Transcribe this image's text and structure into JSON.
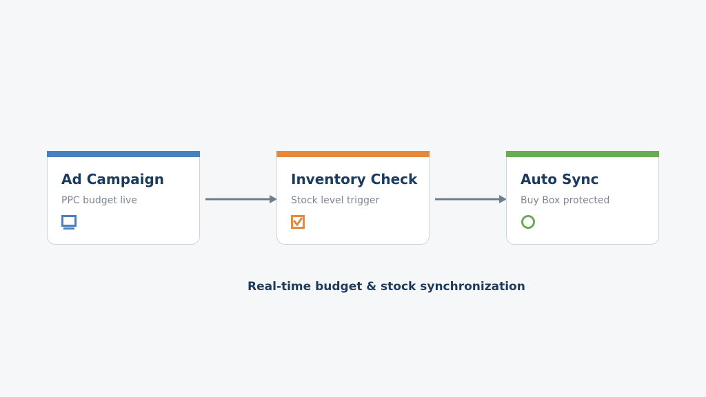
{
  "colors": {
    "background": "#f5f7f9",
    "blue": "#4a7fc1",
    "orange": "#e8893a",
    "green": "#6aaa58",
    "title": "#1c3a5c",
    "subtitle": "#7d8792",
    "arrow": "#6f7c8a"
  },
  "steps": [
    {
      "title": "Ad Campaign",
      "subtitle": "PPC budget live",
      "icon": "monitor-icon",
      "color": "blue"
    },
    {
      "title": "Inventory Check",
      "subtitle": "Stock level trigger",
      "icon": "checkbox-icon",
      "color": "orange"
    },
    {
      "title": "Auto Sync",
      "subtitle": "Buy Box protected",
      "icon": "circle-icon",
      "color": "green"
    }
  ],
  "caption": "Real-time budget & stock synchronization"
}
